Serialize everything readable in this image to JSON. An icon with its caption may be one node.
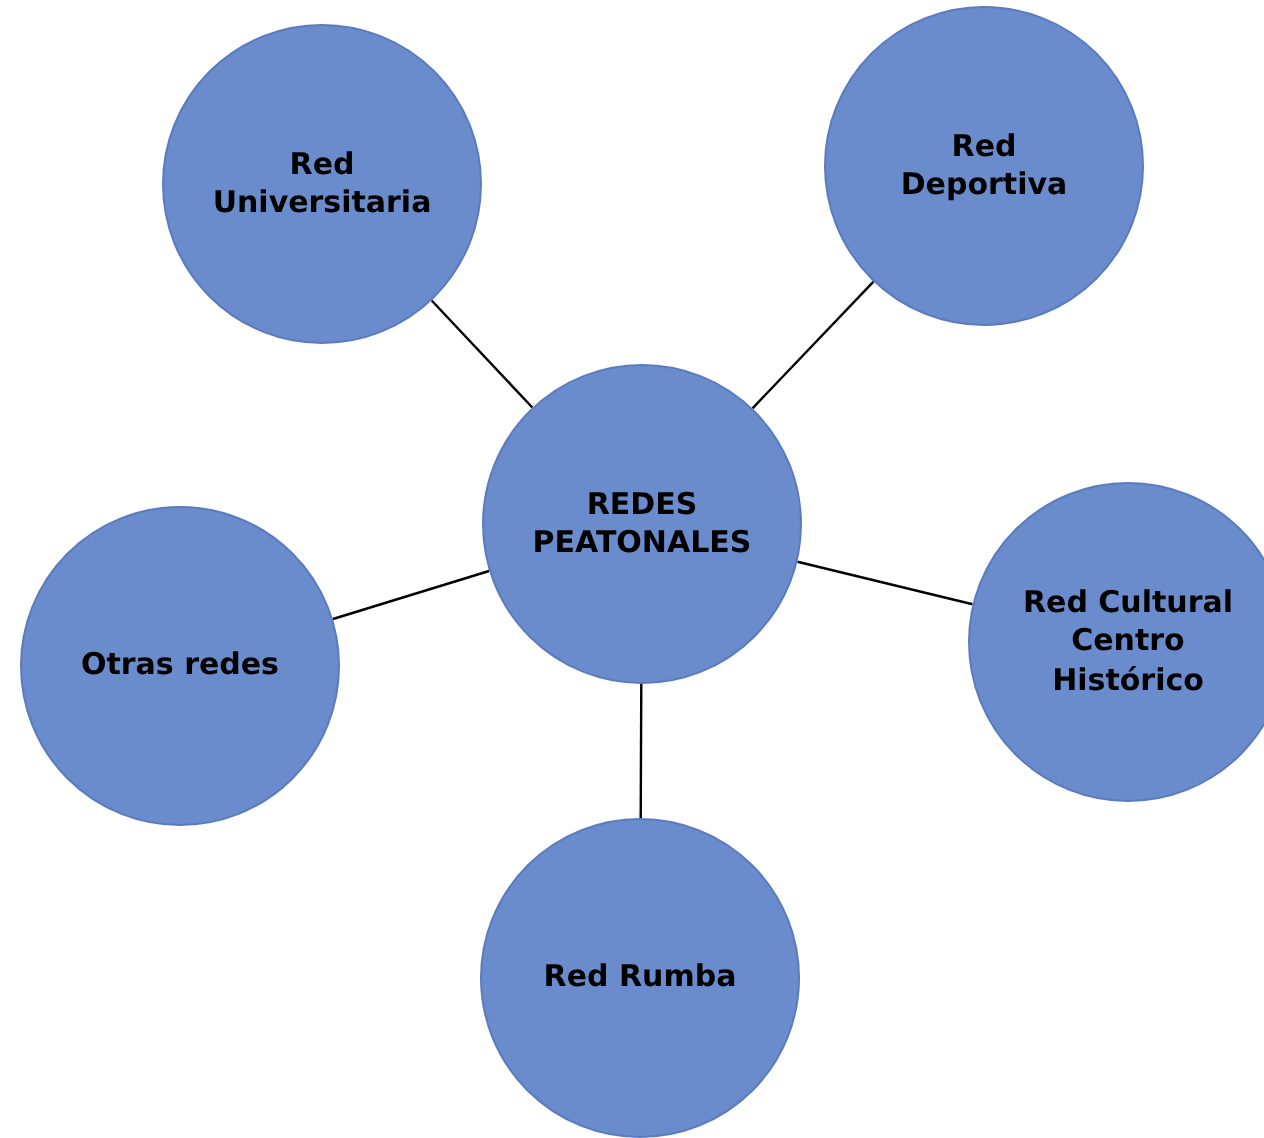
{
  "diagram": {
    "nodes": [
      {
        "text": [
          "REDES PEATONALES"
        ]
      },
      {
        "text": [
          "Red Universitaria"
        ]
      },
      {
        "text": [
          "Red Deportiva"
        ]
      },
      {
        "text": [
          "Otras redes"
        ]
      },
      {
        "text": [
          "Red Cultural Centro Histórico"
        ]
      },
      {
        "text": [
          "Red Rumba"
        ]
      }
    ],
    "edges": [
      {
        "from": 0,
        "to": 1,
        "arrow": "none"
      },
      {
        "from": 0,
        "to": 2,
        "arrow": "none"
      },
      {
        "from": 0,
        "to": 3,
        "arrow": "none"
      },
      {
        "from": 0,
        "to": 4,
        "arrow": "none"
      },
      {
        "from": 0,
        "to": 5,
        "arrow": "none"
      }
    ]
  }
}
